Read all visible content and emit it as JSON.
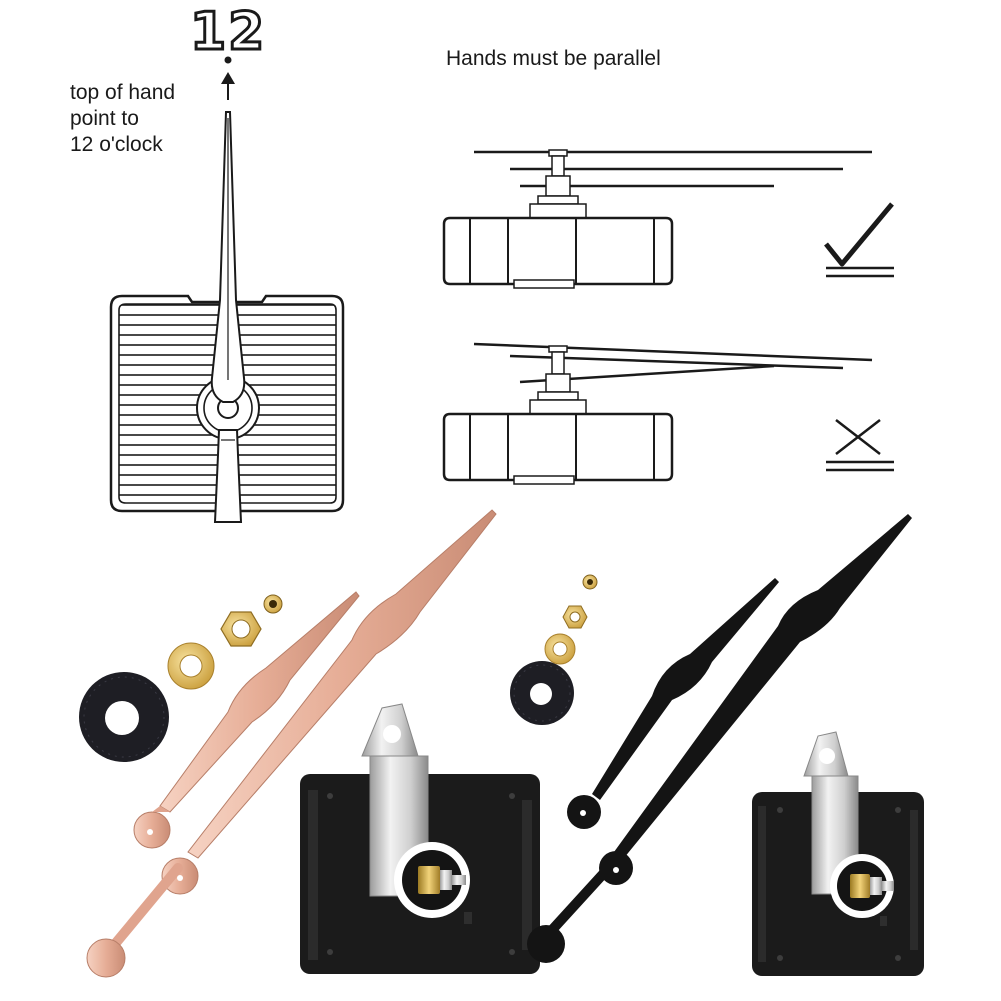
{
  "diagram": {
    "clock_position_label": "12",
    "instruction_lines": [
      "top of hand",
      "point to",
      "12 o'clock"
    ],
    "parallel_title": "Hands must be parallel"
  },
  "results": {
    "correct_icon": "check-mark-icon",
    "incorrect_icon": "cross-mark-icon"
  },
  "products": [
    {
      "name": "rose-gold-hands-kit",
      "hand_color": "#e8b39c",
      "hand_shadow": "#c98e78"
    },
    {
      "name": "black-hands-kit",
      "hand_color": "#141414",
      "hand_shadow": "#000000"
    }
  ],
  "colors": {
    "line": "#1a1a1a",
    "movement_body": "#1b1b1b",
    "hanger_metal": "#d8d8d8",
    "brass": "#d8b24a"
  }
}
